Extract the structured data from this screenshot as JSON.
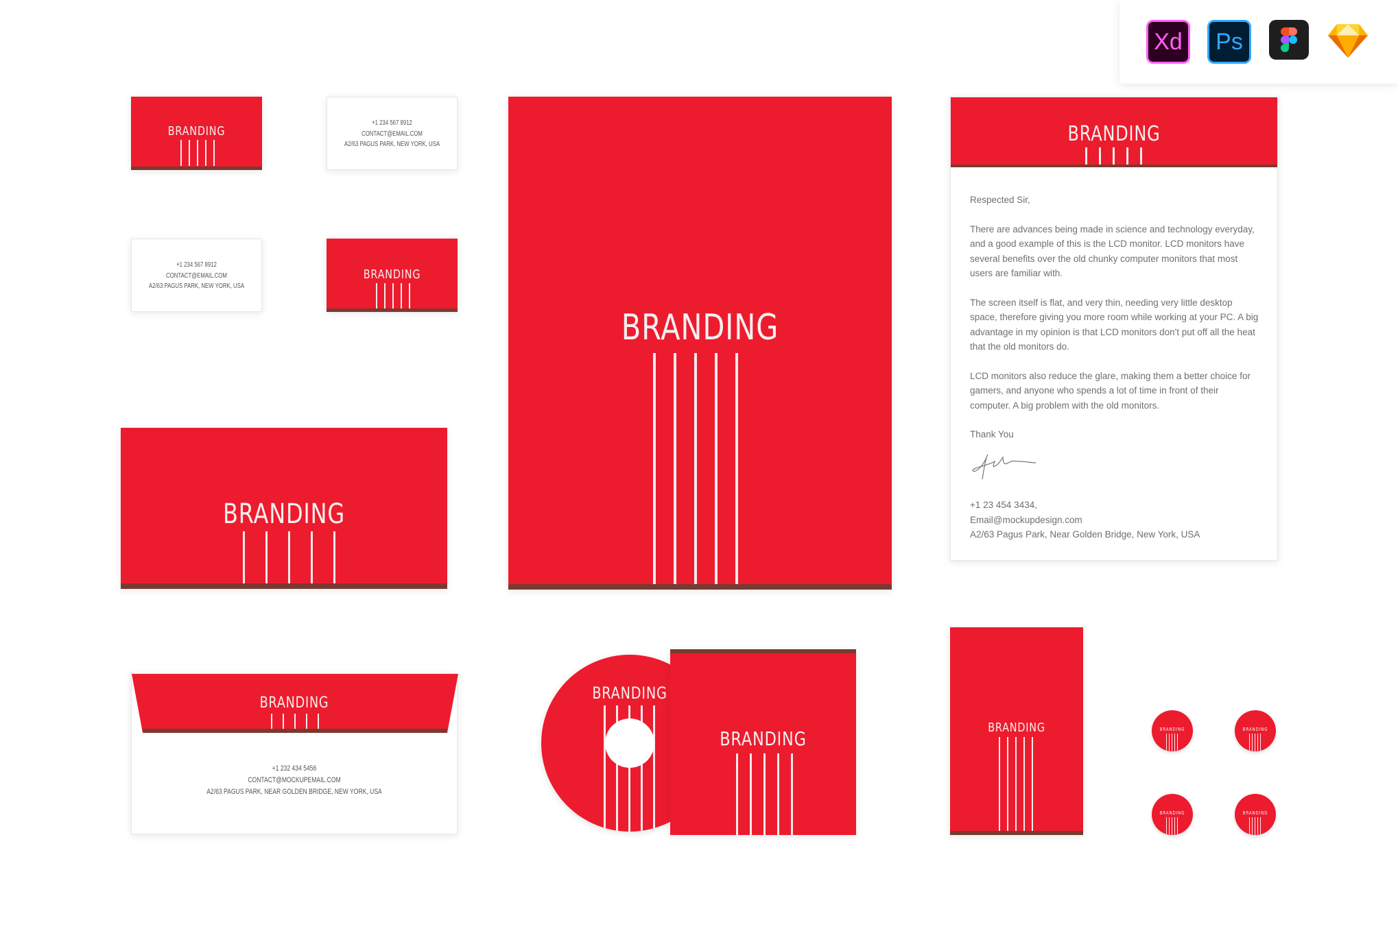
{
  "software": {
    "xd": "Xd",
    "ps": "Ps"
  },
  "colors": {
    "brand_red": "#ed1b2e",
    "footer_brown": "#7a3a30",
    "bar_white": "#f2ecec"
  },
  "brand_name": "BRANDING",
  "card_contact": {
    "phone": "+1 234 567 8912",
    "email": "CONTACT@EMAIL.COM",
    "address": "A2/63 PAGUS PARK, NEW YORK, USA"
  },
  "envelope_contact": {
    "phone": "+1 232 434 5456",
    "email": "CONTACT@MOCKUPEMAIL.COM",
    "address": "A2/63 PAGUS PARK, NEAR GOLDEN BRIDGE, NEW YORK, USA"
  },
  "letter": {
    "greeting": "Respected Sir,",
    "para1": "There are advances being made in science and technology everyday, and a good example of this is the LCD monitor. LCD monitors have several benefits over the old chunky computer monitors that most users are familiar with.",
    "para2": "The screen itself is flat, and very thin, needing very little desktop space, therefore giving you more room while working at your PC. A big advantage in my opinion is that LCD monitors don't put off all the heat that the old monitors do.",
    "para3": "LCD monitors also reduce the glare, making them a better choice for gamers, and anyone who spends a lot of time in front of their computer. A big problem with the old monitors.",
    "closing": "Thank You",
    "phone": "+1 23 454 3434,",
    "email": "Email@mockupdesign.com",
    "address": "A2/63 Pagus Park, Near Golden Bridge, New York, USA"
  }
}
